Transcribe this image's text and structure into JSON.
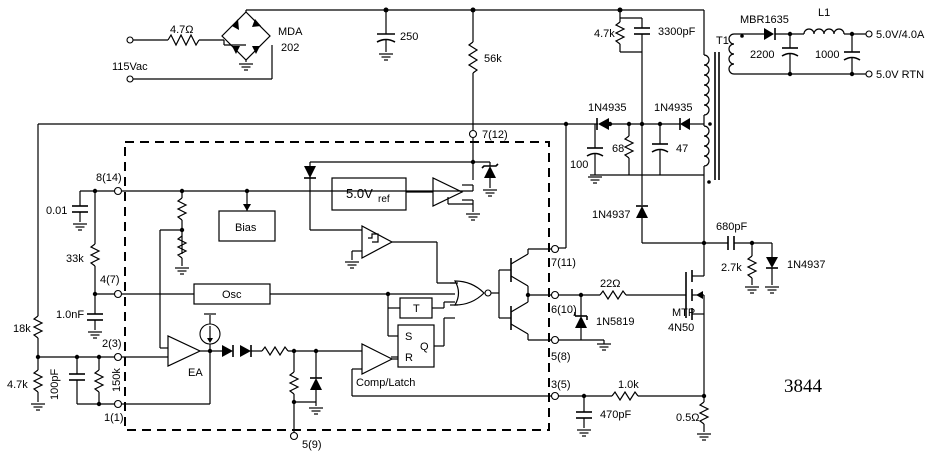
{
  "labels": {
    "vac": "115Vac",
    "r_in": "4.7Ω",
    "bridge": "MDA",
    "bridge_num": "202",
    "cap_250": "250",
    "r_56k": "56k",
    "r_47k_top": "4.7k",
    "cap_3300": "3300pF",
    "transformer": "T1",
    "mbr": "MBR1635",
    "inductor": "L1",
    "out_v": "5.0V/4.0A",
    "out_rtn": "5.0V RTN",
    "cap_2200": "2200",
    "cap_1000": "1000",
    "d_1n4935_a": "1N4935",
    "d_1n4935_b": "1N4935",
    "cap_100": "100",
    "r_68": "68",
    "cap_47": "47",
    "d_1n4937_a": "1N4937",
    "cap_680": "680pF",
    "r_27k": "2.7k",
    "d_1n4937_b": "1N4937",
    "r_22": "22Ω",
    "d_1n5819": "1N5819",
    "mosfet_a": "MTP",
    "mosfet_b": "4N50",
    "r_1k": "1.0k",
    "cap_470": "470pF",
    "r_05": "0.5Ω",
    "chip_id": "3844",
    "pin_7": "7(12)",
    "pin_8": "8(14)",
    "pin_4": "4(7)",
    "pin_2": "2(3)",
    "pin_1": "1(1)",
    "pin_5b": "5(9)",
    "pin_7b": "7(11)",
    "pin_6": "6(10)",
    "pin_5": "5(8)",
    "pin_3": "3(5)",
    "cap_001": "0.01",
    "r_33k": "33k",
    "cap_1nf": "1.0nF",
    "r_18k": "18k",
    "r_47k_bot": "4.7k",
    "cap_100pf": "100pF",
    "r_150k": "150k",
    "vref": "5.0V",
    "vref_sub": "ref",
    "bias": "Bias",
    "osc": "Osc",
    "latch_t": "T",
    "latch_s": "S",
    "latch_r": "R",
    "latch_q": "Q",
    "ea": "EA",
    "comp": "Comp/Latch"
  }
}
